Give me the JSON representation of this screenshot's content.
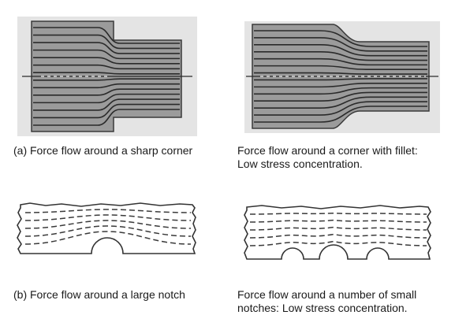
{
  "captions": {
    "a_sharp": "(a)  Force flow around a sharp corner",
    "a_fillet": {
      "line1": "Force flow around a corner with fillet:",
      "line2": "Low stress concentration."
    },
    "b_large": "(b)  Force flow around a large notch",
    "b_small": {
      "line1": "Force flow around a number of small",
      "line2": "notches: Low stress concentration."
    }
  },
  "colors": {
    "plate_fill": "#9b9b9b",
    "plate_edge": "#3a3a3a",
    "flow_line": "#2a2a2a",
    "dash_line": "#3a3a3a",
    "outline": "#333333"
  }
}
